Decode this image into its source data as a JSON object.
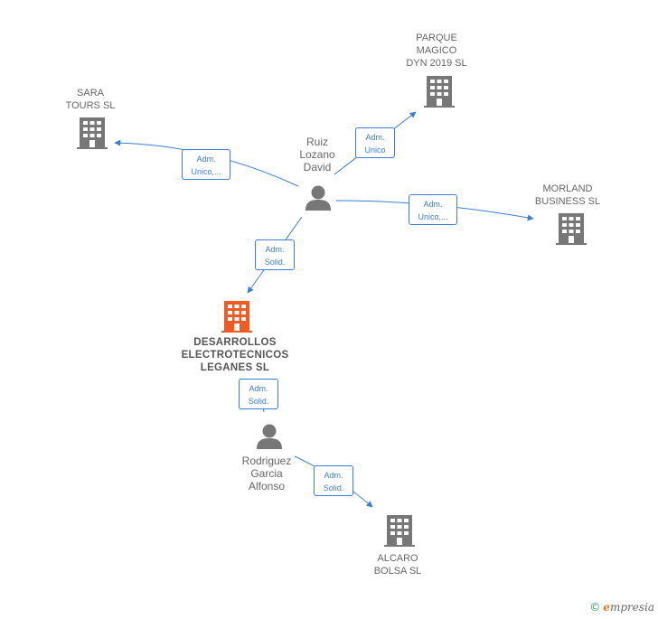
{
  "colors": {
    "edge": "#3a7fd5",
    "building": "#777777",
    "building_main": "#f05a23",
    "person": "#777777"
  },
  "nodes": {
    "sara": {
      "label": "SARA\nTOURS SL",
      "icon": "building-icon"
    },
    "parque": {
      "label": "PARQUE\nMAGICO\nDYN 2019  SL",
      "icon": "building-icon"
    },
    "ruiz": {
      "label": "Ruiz\nLozano\nDavid",
      "icon": "person-icon"
    },
    "morland": {
      "label": "MORLAND\nBUSINESS  SL",
      "icon": "building-icon"
    },
    "desarrollos": {
      "label": "DESARROLLOS\nELECTROTECNICOS\nLEGANES  SL",
      "icon": "building-icon"
    },
    "rodriguez": {
      "label": "Rodriguez\nGarcia\nAlfonso",
      "icon": "person-icon"
    },
    "alcaro": {
      "label": "ALCARO\nBOLSA  SL",
      "icon": "building-icon"
    }
  },
  "edges": {
    "ruiz_sara": "Adm.\nUnico,...",
    "ruiz_parque": "Adm.\nUnico",
    "ruiz_morland": "Adm.\nUnico,...",
    "ruiz_desarrollos": "Adm.\nSolid.",
    "rodriguez_desarrollos": "Adm.\nSolid.",
    "rodriguez_alcaro": "Adm.\nSolid."
  },
  "footer": {
    "copyright": "©",
    "brand_initial": "e",
    "brand_rest": "mpresia"
  }
}
